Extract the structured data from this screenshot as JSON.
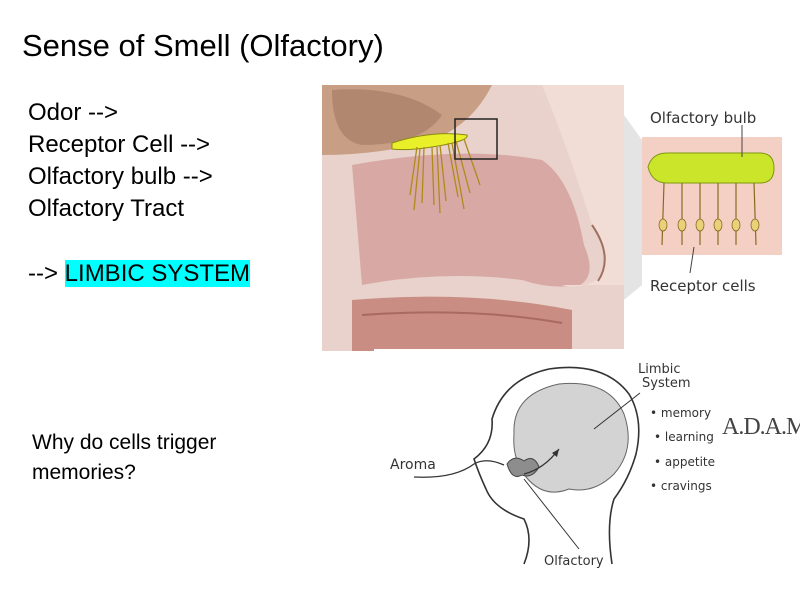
{
  "title": "Sense of Smell (Olfactory)",
  "flow": {
    "steps": [
      "Odor -->",
      "Receptor Cell  -->",
      "Olfactory bulb -->",
      "Olfactory Tract"
    ],
    "limbic_prefix": "-->",
    "limbic_label": "LIMBIC SYSTEM",
    "highlight_color": "#00ffff"
  },
  "question": "Why do cells trigger memories?",
  "anatomy_figure": {
    "label_bulb": "Olfactory bulb",
    "label_receptors": "Receptor cells",
    "brand": "A.D.A.M."
  },
  "head_figure": {
    "label_limbic": "Limbic\nSystem",
    "label_limbic_line1": "Limbic",
    "label_limbic_line2": "System",
    "functions": [
      "memory",
      "learning",
      "appetite",
      "cravings"
    ],
    "label_aroma": "Aroma",
    "label_olfactory": "Olfactory"
  }
}
